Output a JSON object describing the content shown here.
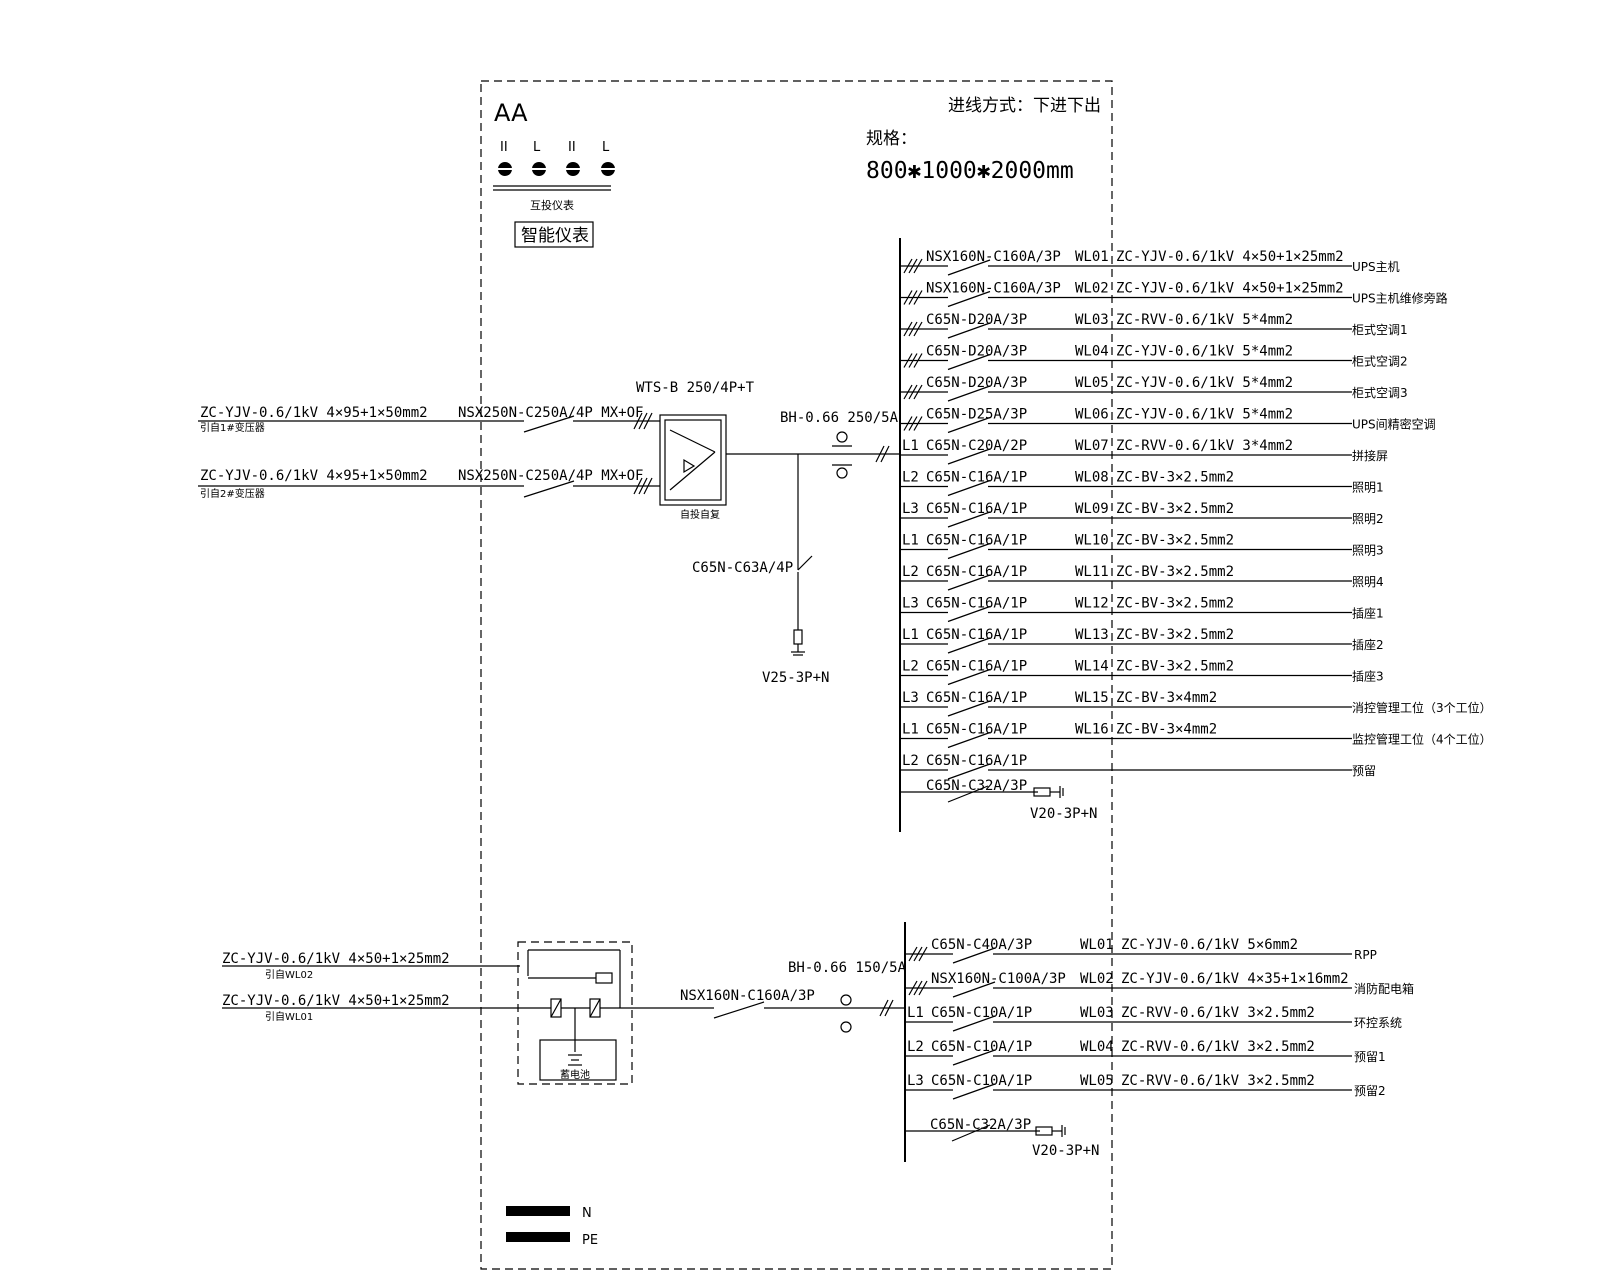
{
  "header": {
    "cabinet_id": "AA",
    "entry_method": "进线方式：下进下出",
    "spec_label": "规格：",
    "spec_value": "800✱1000✱2000mm",
    "meter_labels": [
      "II",
      "L",
      "II",
      "L"
    ],
    "meter_caption": "互投仪表",
    "smart_meter": "智能仪表"
  },
  "upper": {
    "incomers": [
      {
        "cable": "ZC-YJV-0.6/1kV 4×95+1×50mm2",
        "source": "引自1#变压器",
        "breaker": "NSX250N-C250A/4P MX+OF"
      },
      {
        "cable": "ZC-YJV-0.6/1kV 4×95+1×50mm2",
        "source": "引自2#变压器",
        "breaker": "NSX250N-C250A/4P MX+OF"
      }
    ],
    "ats_model": "WTS-B 250/4P+T",
    "ats_caption": "自投自复",
    "ct": "BH-0.66 250/5A",
    "spd_breaker": "C65N-C63A/4P",
    "spd": "V25-3P+N",
    "feeders": [
      {
        "phase": "",
        "breaker": "NSX160N-C160A/3P",
        "wl": "WL01",
        "cable": "ZC-YJV-0.6/1kV 4×50+1×25mm2",
        "load": "UPS主机"
      },
      {
        "phase": "",
        "breaker": "NSX160N-C160A/3P",
        "wl": "WL02",
        "cable": "ZC-YJV-0.6/1kV 4×50+1×25mm2",
        "load": "UPS主机维修旁路"
      },
      {
        "phase": "",
        "breaker": "C65N-D20A/3P",
        "wl": "WL03",
        "cable": "ZC-RVV-0.6/1kV 5*4mm2",
        "load": "柜式空调1"
      },
      {
        "phase": "",
        "breaker": "C65N-D20A/3P",
        "wl": "WL04",
        "cable": "ZC-YJV-0.6/1kV 5*4mm2",
        "load": "柜式空调2"
      },
      {
        "phase": "",
        "breaker": "C65N-D20A/3P",
        "wl": "WL05",
        "cable": "ZC-YJV-0.6/1kV 5*4mm2",
        "load": "柜式空调3"
      },
      {
        "phase": "",
        "breaker": "C65N-D25A/3P",
        "wl": "WL06",
        "cable": "ZC-YJV-0.6/1kV 5*4mm2",
        "load": "UPS间精密空调"
      },
      {
        "phase": "L1",
        "breaker": "C65N-C20A/2P",
        "wl": "WL07",
        "cable": "ZC-RVV-0.6/1kV 3*4mm2",
        "load": "拼接屏"
      },
      {
        "phase": "L2",
        "breaker": "C65N-C16A/1P",
        "wl": "WL08",
        "cable": "ZC-BV-3×2.5mm2",
        "load": "照明1"
      },
      {
        "phase": "L3",
        "breaker": "C65N-C16A/1P",
        "wl": "WL09",
        "cable": "ZC-BV-3×2.5mm2",
        "load": "照明2"
      },
      {
        "phase": "L1",
        "breaker": "C65N-C16A/1P",
        "wl": "WL10",
        "cable": "ZC-BV-3×2.5mm2",
        "load": "照明3"
      },
      {
        "phase": "L2",
        "breaker": "C65N-C16A/1P",
        "wl": "WL11",
        "cable": "ZC-BV-3×2.5mm2",
        "load": "照明4"
      },
      {
        "phase": "L3",
        "breaker": "C65N-C16A/1P",
        "wl": "WL12",
        "cable": "ZC-BV-3×2.5mm2",
        "load": "插座1"
      },
      {
        "phase": "L1",
        "breaker": "C65N-C16A/1P",
        "wl": "WL13",
        "cable": "ZC-BV-3×2.5mm2",
        "load": "插座2"
      },
      {
        "phase": "L2",
        "breaker": "C65N-C16A/1P",
        "wl": "WL14",
        "cable": "ZC-BV-3×2.5mm2",
        "load": "插座3"
      },
      {
        "phase": "L3",
        "breaker": "C65N-C16A/1P",
        "wl": "WL15",
        "cable": "ZC-BV-3×4mm2",
        "load": "消控管理工位（3个工位）"
      },
      {
        "phase": "L1",
        "breaker": "C65N-C16A/1P",
        "wl": "WL16",
        "cable": "ZC-BV-3×4mm2",
        "load": "监控管理工位（4个工位）"
      },
      {
        "phase": "L2",
        "breaker": "C65N-C16A/1P",
        "wl": "",
        "cable": "",
        "load": "预留"
      }
    ],
    "spd_feeder": {
      "breaker": "C65N-C32A/3P",
      "spd": "V20-3P+N"
    }
  },
  "lower": {
    "incomers": [
      {
        "cable": "ZC-YJV-0.6/1kV 4×50+1×25mm2",
        "source": "引自WL02"
      },
      {
        "cable": "ZC-YJV-0.6/1kV 4×50+1×25mm2",
        "source": "引自WL01"
      }
    ],
    "battery_caption": "蓄电池",
    "main_breaker": "NSX160N-C160A/3P",
    "ct": "BH-0.66 150/5A",
    "feeders": [
      {
        "phase": "",
        "breaker": "C65N-C40A/3P",
        "wl": "WL01",
        "cable": "ZC-YJV-0.6/1kV 5×6mm2",
        "load": "RPP"
      },
      {
        "phase": "",
        "breaker": "NSX160N-C100A/3P",
        "wl": "WL02",
        "cable": "ZC-YJV-0.6/1kV 4×35+1×16mm2",
        "load": "消防配电箱"
      },
      {
        "phase": "L1",
        "breaker": "C65N-C10A/1P",
        "wl": "WL03",
        "cable": "ZC-RVV-0.6/1kV 3×2.5mm2",
        "load": "环控系统"
      },
      {
        "phase": "L2",
        "breaker": "C65N-C10A/1P",
        "wl": "WL04",
        "cable": "ZC-RVV-0.6/1kV 3×2.5mm2",
        "load": "预留1"
      },
      {
        "phase": "L3",
        "breaker": "C65N-C10A/1P",
        "wl": "WL05",
        "cable": "ZC-RVV-0.6/1kV 3×2.5mm2",
        "load": "预留2"
      }
    ],
    "spd_feeder": {
      "breaker": "C65N-C32A/3P",
      "spd": "V20-3P+N"
    }
  },
  "legend": [
    {
      "label": "N"
    },
    {
      "label": "PE"
    }
  ]
}
